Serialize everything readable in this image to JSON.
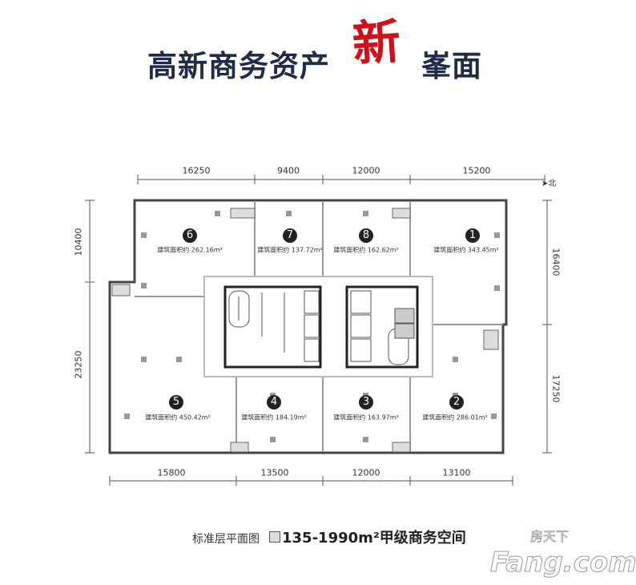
{
  "header": {
    "title_left": "高新商务资产",
    "title_brush": "新",
    "title_right": "峯面"
  },
  "compass": {
    "label": "北"
  },
  "dimensions": {
    "top": [
      "16250",
      "9400",
      "12000",
      "15200"
    ],
    "bottom": [
      "15800",
      "13500",
      "12000",
      "13100"
    ],
    "left": [
      "10400",
      "23250"
    ],
    "right": [
      "16400",
      "17250"
    ]
  },
  "units": [
    {
      "number": "6",
      "area": "建筑面积约 262.16m²"
    },
    {
      "number": "7",
      "area": "建筑面积约 137.72m²"
    },
    {
      "number": "8",
      "area": "建筑面积约 162.62m²"
    },
    {
      "number": "1",
      "area": "建筑面积约 343.45m²"
    },
    {
      "number": "5",
      "area": "建筑面积约 450.42m²"
    },
    {
      "number": "4",
      "area": "建筑面积约 184.19m²"
    },
    {
      "number": "3",
      "area": "建筑面积约 163.97m²"
    },
    {
      "number": "2",
      "area": "建筑面积约 286.01m²"
    }
  ],
  "caption": {
    "plan_name": "标准层平面图",
    "spec": "135-1990m²甲级商务空间"
  },
  "watermark": {
    "brand": "Fang.com",
    "brand_cn": "房天下"
  },
  "colors": {
    "title": "#1f2c48",
    "brush": "#d2101a"
  }
}
